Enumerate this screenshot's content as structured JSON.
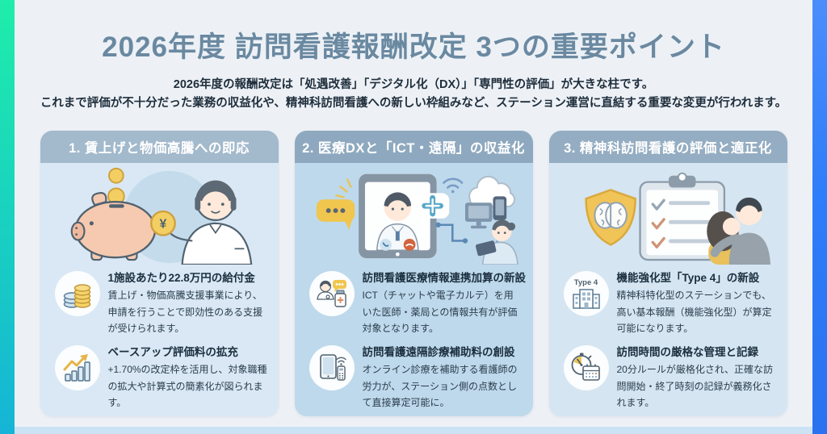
{
  "banner": {
    "title": "2026年度 訪問看護報酬改定 3つの重要ポイント",
    "subtitle_line1": "2026年度の報酬改定は「処遇改善」「デジタル化（DX）」「専門性の評価」が大きな柱です。",
    "subtitle_line2": "これまで評価が不十分だった業務の収益化や、精神科訪問看護への新しい枠組みなど、ステーション運営に直結する重要な変更が行われます。"
  },
  "cards": [
    {
      "header": "1. 賃上げと物価高騰への即応",
      "illustration": {
        "name": "piggy-bank-and-nurse-with-yen-coin",
        "coin_symbol": "¥"
      },
      "points": [
        {
          "icon": "coin-stacks-icon",
          "title": "1施設あたり22.8万円の給付金",
          "body": "賃上げ・物価高騰支援事業により、申請を行うことで即効性のある支援が受けられます。"
        },
        {
          "icon": "growth-chart-icon",
          "title": "ベースアップ評価料の拡充",
          "body": "+1.70%の改定枠を活用し、対象職種の拡大や計算式の簡素化が図られます。"
        }
      ]
    },
    {
      "header": "2. 医療DXと「ICT・遠隔」の収益化",
      "illustration": {
        "name": "telemedicine-tablet-doctor-cloud-nurse"
      },
      "points": [
        {
          "icon": "doctor-chat-medicine-icon",
          "title": "訪問看護医療情報連携加算の新設",
          "body": "ICT（チャットや電子カルテ）を用いた医師・薬局との情報共有が評価対象となります。"
        },
        {
          "icon": "tablet-remote-icon",
          "title": "訪問看護遠隔診療補助料の創設",
          "body": "オンライン診療を補助する看護師の労力が、ステーション側の点数として直接算定可能に。"
        }
      ]
    },
    {
      "header": "3. 精神科訪問看護の評価と適正化",
      "illustration": {
        "name": "brain-shield-checklist-caring-couple"
      },
      "points": [
        {
          "icon": "type4-building-icon",
          "icon_label": "Type 4",
          "title": "機能強化型「Type 4」の新設",
          "body": "精神科特化型のステーションでも、高い基本報酬（機能強化型）が算定可能になります。"
        },
        {
          "icon": "stopwatch-calendar-icon",
          "title": "訪問時間の厳格な管理と記録",
          "body": "20分ルールが厳格化され、正確な訪問開始・終了時刻の記録が義務化されます。"
        }
      ]
    }
  ],
  "colors": {
    "left_edge_top": "#1fedaa",
    "left_edge_bottom": "#16b4d6",
    "right_edge": "#2e7dfa",
    "bottom_edge": "#cbe3f5",
    "background": "#edf1f6",
    "title_text": "#6a89a1",
    "card1_header_bg": "#a3b9cc",
    "card1_body_bg": "#d9e8f4",
    "card2_header_bg": "#8ea9bf",
    "card2_body_bg": "#bed9eb",
    "card3_header_bg": "#94adc2",
    "card3_body_bg": "#d5e5f1",
    "accent_yellow": "#f0c64e",
    "accent_orange": "#d2653f"
  }
}
